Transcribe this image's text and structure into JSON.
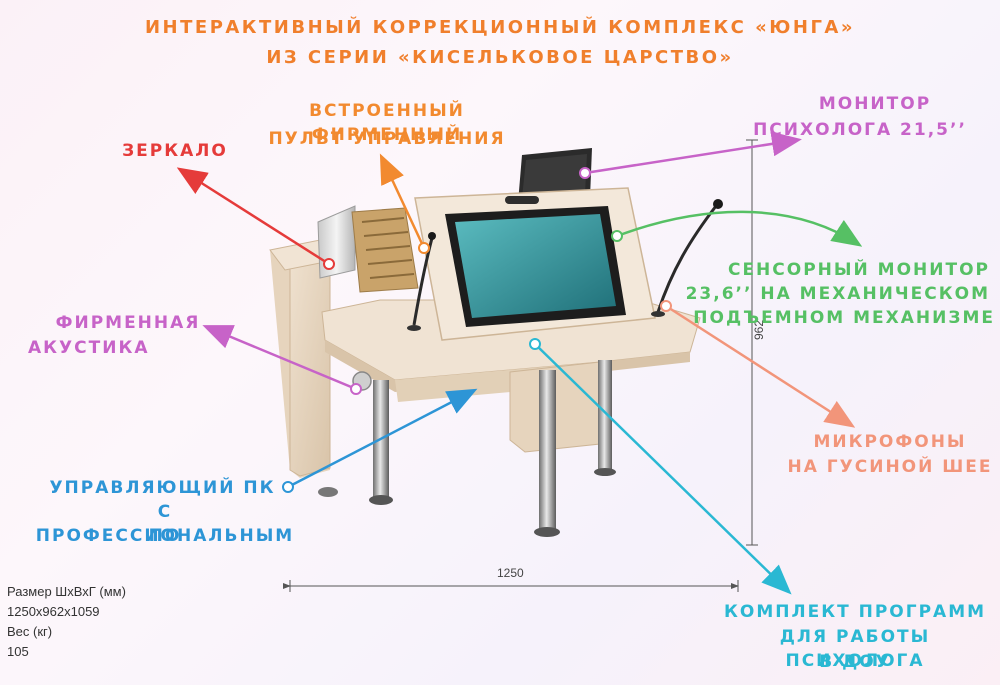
{
  "title": {
    "line1": "Интерактивный коррекционный комплекс «Юнга»",
    "line2": "из серии «Кисельковое царство»"
  },
  "callouts": {
    "zerkalo": "Зеркало",
    "pult_line1": "Встроенный фирменный",
    "pult_line2": "пульт управления",
    "monitor_psy_line1": "Монитор",
    "monitor_psy_line2": "психолога 21,5’’",
    "akustika_line1": "Фирменная",
    "akustika_line2": "акустика",
    "sensor_line1": "Сенсорный монитор",
    "sensor_line2": "23,6’’ на механическом",
    "sensor_line3": "подъемном механизме",
    "mikrofony_line1": "Микрофоны",
    "mikrofony_line2": "на гусиной шее",
    "pc_line1": "Управляющий ПК",
    "pc_line2": "с профессиональным",
    "pc_line3": "ПО",
    "programs_line1": "Комплект программ",
    "programs_line2": "для работы психолога",
    "programs_line3": "в ДОУ"
  },
  "dimensions": {
    "width_label": "1250",
    "height_label": "962"
  },
  "specs": {
    "size_label": "Размер ШхВхГ (мм)",
    "size_value": "1250x962x1059",
    "weight_label": "Вес (кг)",
    "weight_value": "105"
  },
  "colors": {
    "orange": "#f28a2f",
    "red": "#e53b3a",
    "purple": "#c763c8",
    "green": "#56c064",
    "salmon": "#f2957a",
    "blue": "#2d95d6",
    "cyan": "#2ab8d3"
  }
}
